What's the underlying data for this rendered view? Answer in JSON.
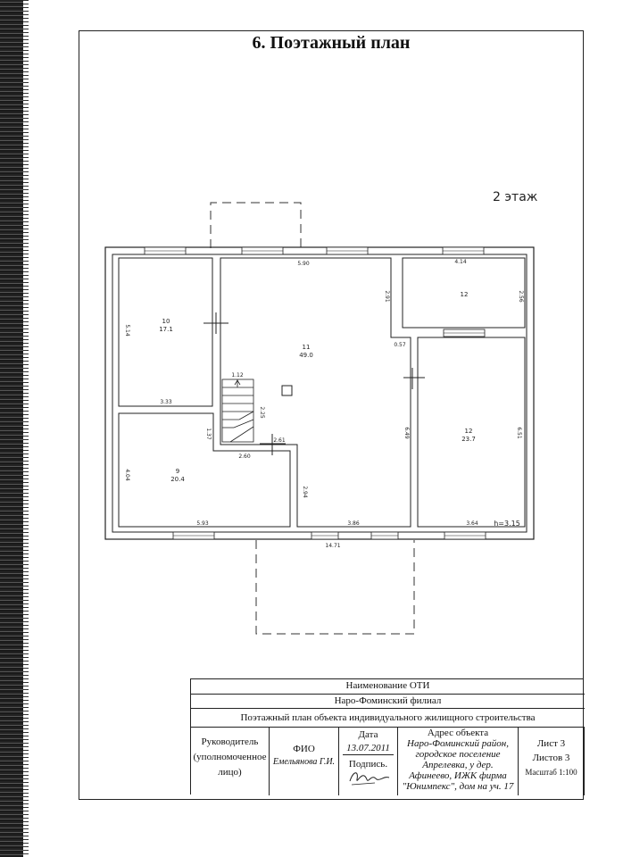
{
  "page": {
    "title": "6. Поэтажный план"
  },
  "plan": {
    "floor_label": "2 этаж",
    "rooms": [
      {
        "number": "10",
        "area": "17.1"
      },
      {
        "number": "11",
        "area": "49.0"
      },
      {
        "number": "12",
        "area": ""
      },
      {
        "number": "12",
        "area": "23.7"
      },
      {
        "number": "9",
        "area": "20.4"
      }
    ],
    "dimensions": {
      "top_hall": "5.90",
      "top_right": "4.14",
      "left_top": "5.14",
      "hall_right": "2.91",
      "room12_right": "2.56",
      "gap": "0.57",
      "stair_width": "1.12",
      "stair_len": "2.25",
      "room10_bottom": "3.33",
      "room9_top": "1.37",
      "stair_bottom": "2.61",
      "room9_top_inner": "2.60",
      "room9_left": "4.04",
      "hall_bottom_left": "2.94",
      "hall_center_right": "6.49",
      "room12b_right": "6.51",
      "room9_bottom": "5.93",
      "hall_bottom": "3.86",
      "room12b_bottom": "3.64",
      "height": "h=3.15",
      "overall": "14.71"
    }
  },
  "stamp": {
    "header": "Наименование ОТИ",
    "branch": "Наро-Фоминский филиал",
    "plan_name": "Поэтажный план объекта индивидуального жилищного строительства",
    "role_lines": [
      "Руководитель",
      "(уполномоченное",
      "лицо)"
    ],
    "fio_label": "ФИО",
    "fio_value": "Емельянова Г.И.",
    "date_label": "Дата",
    "date_value": "13.07.2011",
    "sign_label": "Подпись.",
    "address_label": "Адрес объекта",
    "address_lines": [
      "Наро-Фоминский район,",
      "городское поселение",
      "Апрелевка, у дер.",
      "Афинеево, ИЖК фирма",
      "\"Юнимпекс\", дом на уч. 17"
    ],
    "sheet": "Лист 3",
    "sheets": "Листов 3",
    "scale": "Масштаб 1:100"
  }
}
